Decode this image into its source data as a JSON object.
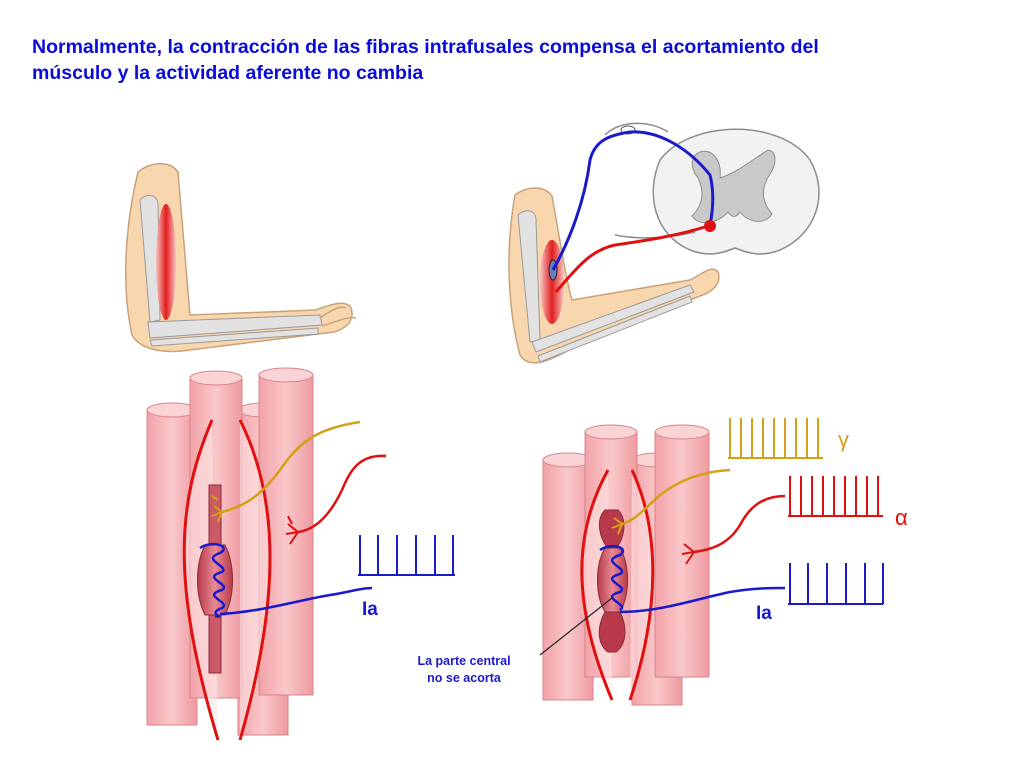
{
  "title": {
    "line1": "Normalmente, la contracción de las fibras intrafusales compensa el acortamiento del",
    "line2": "músculo y la actividad aferente no cambia"
  },
  "labels": {
    "ia_left": "Ia",
    "ia_right": "Ia",
    "gamma": "γ",
    "alpha": "α",
    "central_line1": "La parte central",
    "central_line2": "no se acorta"
  },
  "colors": {
    "title": "#0b0bd6",
    "afferent_ia": "#1a1acc",
    "gamma_motor": "#d4a017",
    "alpha_motor": "#e01010",
    "muscle": "#f5b5b8",
    "skin": "#f8d6ae",
    "bone": "#d9d9d9"
  }
}
